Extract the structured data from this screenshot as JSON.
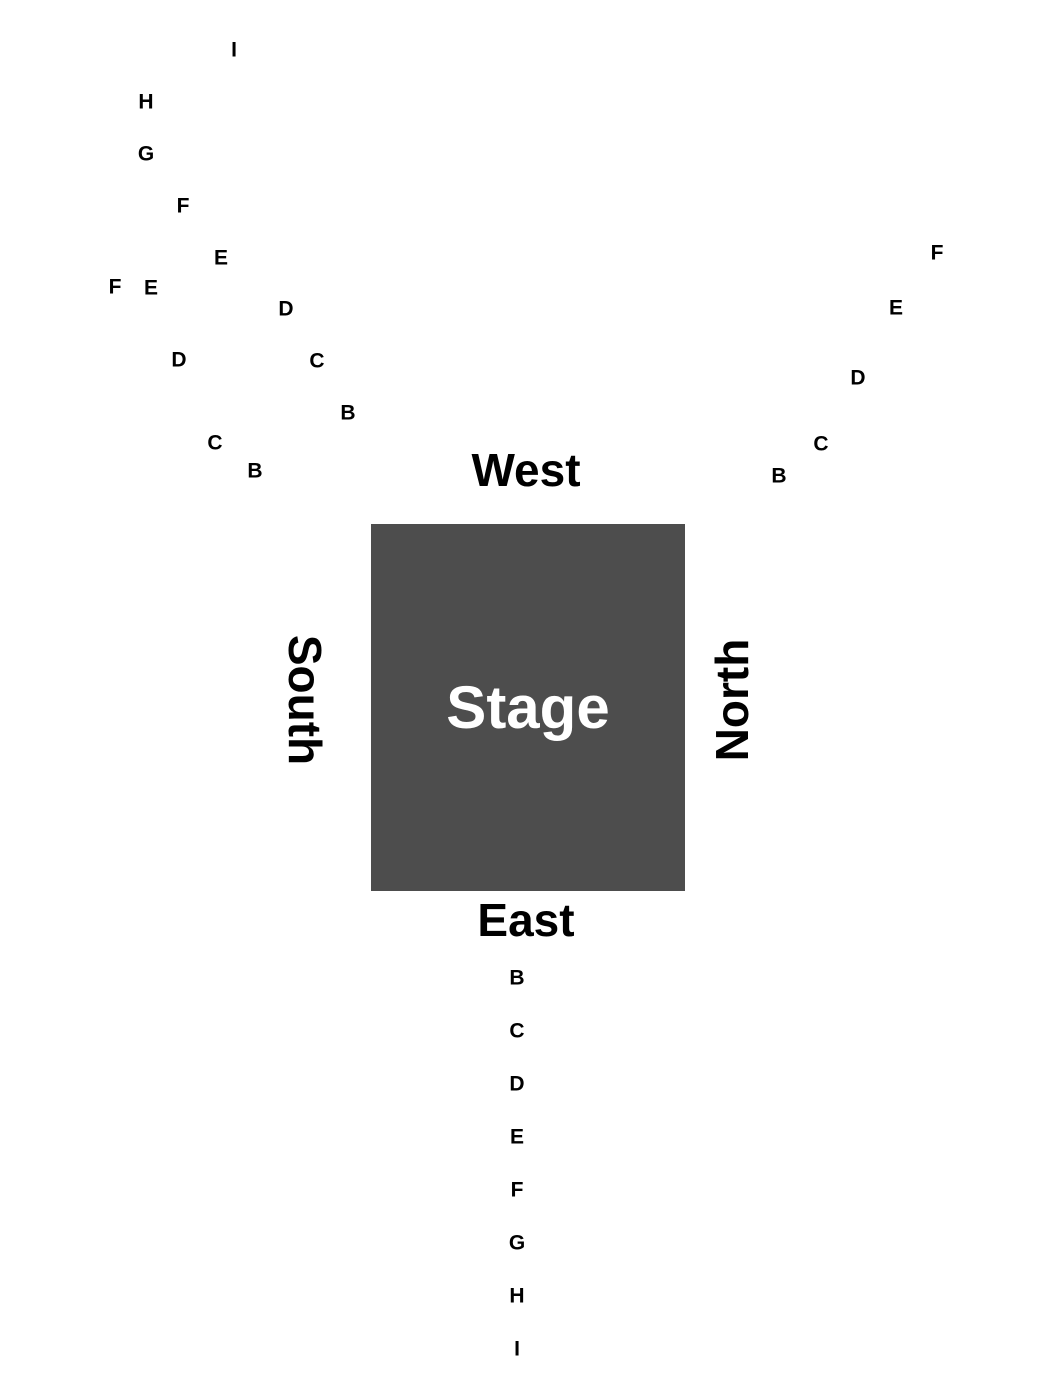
{
  "colors": {
    "stage_fill": "#4d4d4d",
    "stage_text": "#ffffff",
    "label_text": "#000000",
    "background": "#ffffff"
  },
  "stage": {
    "label": "Stage"
  },
  "sides": {
    "west": "West",
    "east": "East",
    "south": "South",
    "north": "North"
  },
  "rows": {
    "upper_left_outer": [
      "I",
      "H",
      "G",
      "F",
      "E",
      "D",
      "C",
      "B"
    ],
    "upper_left_inner": [
      "F",
      "E",
      "D",
      "C",
      "B"
    ],
    "upper_right": [
      "F",
      "E",
      "D",
      "C",
      "B"
    ],
    "east": [
      "B",
      "C",
      "D",
      "E",
      "F",
      "G",
      "H",
      "I"
    ]
  }
}
